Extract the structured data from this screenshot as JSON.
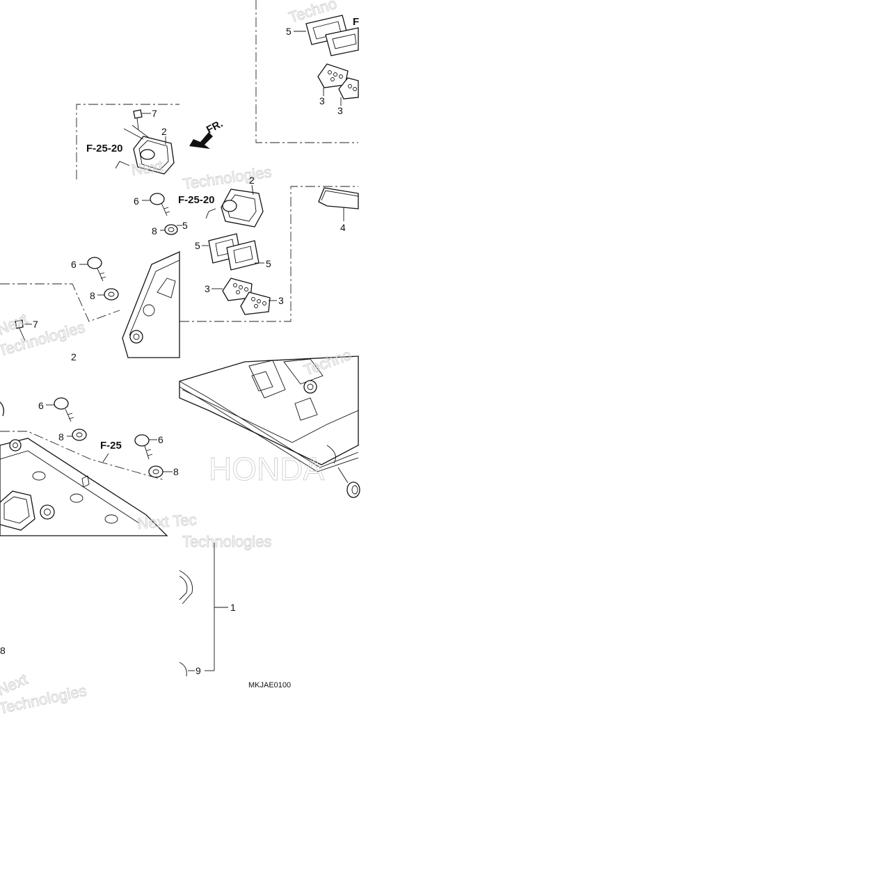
{
  "diagram": {
    "callouts": {
      "p1": "1",
      "p2": "2",
      "p3": "3",
      "p4": "4",
      "p5": "5",
      "p6": "6",
      "p7": "7",
      "p8": "8",
      "p9": "9"
    },
    "refs": {
      "f2520": "F-25-20",
      "f2520_partial": "F-25-20",
      "f25": "F-25",
      "fr": "FR.",
      "frag_f": "F",
      "frag_8": "8"
    },
    "watermarks": {
      "technologies": "Technologies",
      "next": "Next",
      "next_tec": "Next Tec",
      "honda": "HONDA",
      "techno": "Techno"
    },
    "diagram_code": "MKJAE0100"
  }
}
